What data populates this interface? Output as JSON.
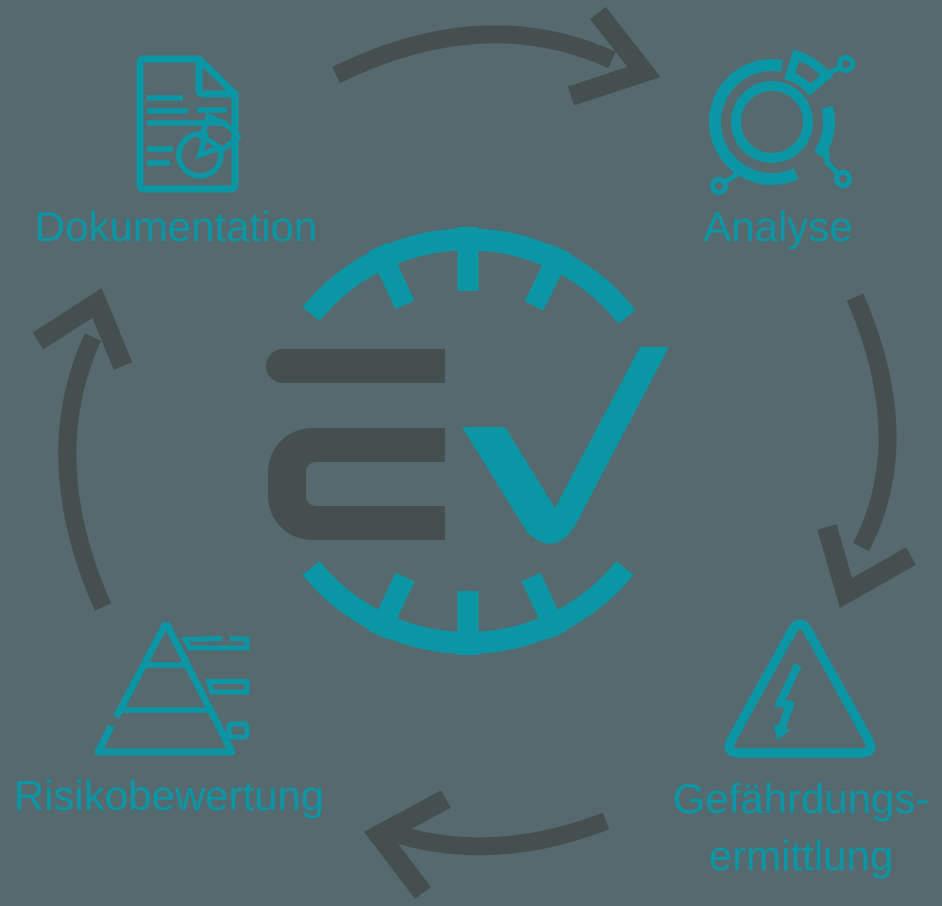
{
  "colors": {
    "accent_teal": "#0A96A4",
    "dark_slate": "#454F4F",
    "background": "#56696E"
  },
  "center_logo": {
    "letters": "EV"
  },
  "stations": {
    "dokumentation": {
      "label": "Dokumentation",
      "icon": "report-document-icon"
    },
    "analyse": {
      "label": "Analyse",
      "icon": "data-analysis-donut-icon"
    },
    "gefaehrdungsermittlung": {
      "label_line1": "Gefährdungs-",
      "label_line2": "ermittlung",
      "icon": "high-voltage-warning-icon"
    },
    "risikobewertung": {
      "label": "Risikobewertung",
      "icon": "risk-pyramid-icon"
    }
  },
  "cycle_arrows": [
    "arrow-top-clockwise",
    "arrow-right-clockwise",
    "arrow-bottom-clockwise",
    "arrow-left-clockwise"
  ]
}
